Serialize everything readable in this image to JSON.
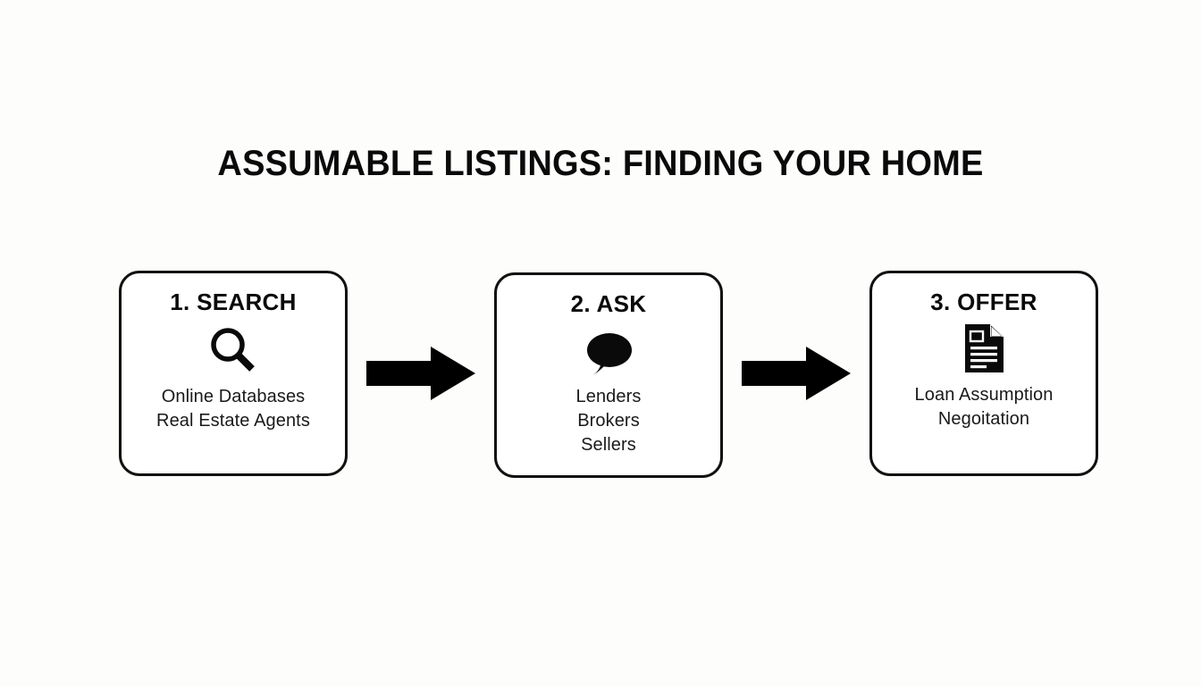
{
  "background_color": "#fdfdfc",
  "ink_color": "#0a0a0a",
  "title": "ASSUMABLE LISTINGS: FINDING YOUR HOME",
  "steps": [
    {
      "heading": "1. SEARCH",
      "icon": "magnifying-glass-icon",
      "lines": [
        "Online Databases",
        "Real Estate Agents"
      ]
    },
    {
      "heading": "2. ASK",
      "icon": "speech-bubble-icon",
      "lines": [
        "Lenders",
        "Brokers",
        "Sellers"
      ]
    },
    {
      "heading": "3. OFFER",
      "icon": "document-icon",
      "lines": [
        "Loan Assumption",
        "Negoitation"
      ]
    }
  ],
  "connectors": [
    {
      "icon": "arrow-right-icon"
    },
    {
      "icon": "arrow-right-icon"
    }
  ]
}
